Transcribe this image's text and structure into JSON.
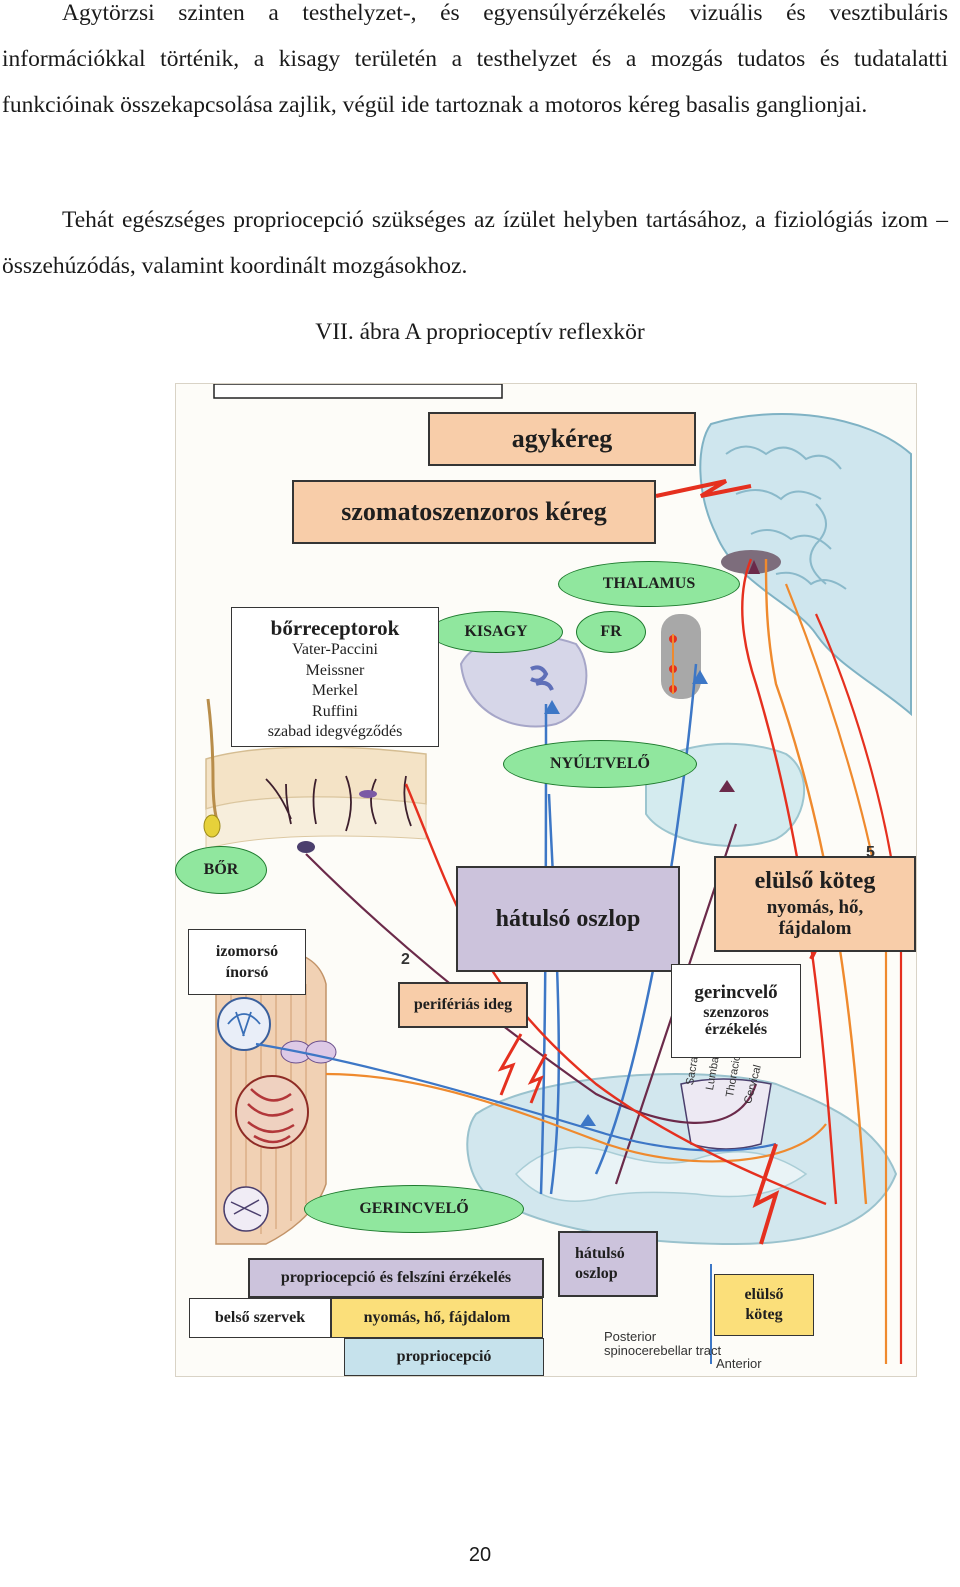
{
  "text": {
    "para1": "Agytörzsi szinten a testhelyzet-, és egyensúlyérzékelés vizuális és vesztibuláris információkkal történik, a kisagy területén a testhelyzet és a mozgás tudatos és tudatalatti funkcióinak összekapcsolása zajlik, végül ide tartoznak a motoros kéreg basalis ganglionjai.",
    "para2": "Tehát egészséges propriocepció szükséges az ízület helyben tartásához, a fiziológiás izom – összehúzódás, valamint koordinált mozgásokhoz.",
    "caption": "VII. ábra A proprioceptív reflexkör",
    "page_number": "20"
  },
  "figure": {
    "agykereg": "agykéreg",
    "szomato": "szomatoszenzoros kéreg",
    "thalamus": "THALAMUS",
    "kisagy": "KISAGY",
    "fr": "FR",
    "nyultvelo": "NYÚLTVELŐ",
    "bor": "BŐR",
    "gerincvelo": "GERINCVELŐ",
    "borreceptorok": {
      "title": "bőrreceptorok",
      "items": [
        "Vater-Paccini",
        "Meissner",
        "Merkel",
        "Ruffini",
        "szabad idegvégződés"
      ]
    },
    "izomorso": [
      "izomorsó",
      "ínorsó"
    ],
    "hatulso_oszlop_big": "hátulsó oszlop",
    "elulso_koteg": {
      "title": "elülső köteg",
      "sub1": "nyomás, hő,",
      "sub2": "fájdalom"
    },
    "periferias": "perifériás ideg",
    "gerincvelo_box": {
      "title": "gerincvelő",
      "sub1": "szenzoros",
      "sub2": "érzékelés"
    },
    "hatulso_oszlop_small": [
      "hátulsó",
      "oszlop"
    ],
    "elulso_koteg_small": [
      "elülső",
      "köteg"
    ],
    "legend": {
      "propriocepcio_felszini": "propriocepció és felszíni érzékelés",
      "belso_szervek": "belső szervek",
      "nyomas": "nyomás, hő, fájdalom",
      "propriocepcio": "propriocepció"
    },
    "micro_labels": {
      "posterior": "Posterior",
      "spino": "spinocerebellar tract",
      "anterior": "Anterior",
      "num2": "2",
      "num5": "5",
      "sacral": "Sacral",
      "lumbar": "Lumbar",
      "thoracic": "Thoracic",
      "cervical": "Cervical"
    },
    "colors": {
      "peach": "#f8cda9",
      "purple": "#ccc3dc",
      "green": "#90e79e",
      "legend_blue": "#c6e2ec",
      "legend_gold": "#fbdf7a",
      "nerve_red": "#e5301f",
      "nerve_orange": "#ef8a2e",
      "nerve_blue": "#3d77c6",
      "nerve_maroon": "#6b2a4a"
    }
  }
}
